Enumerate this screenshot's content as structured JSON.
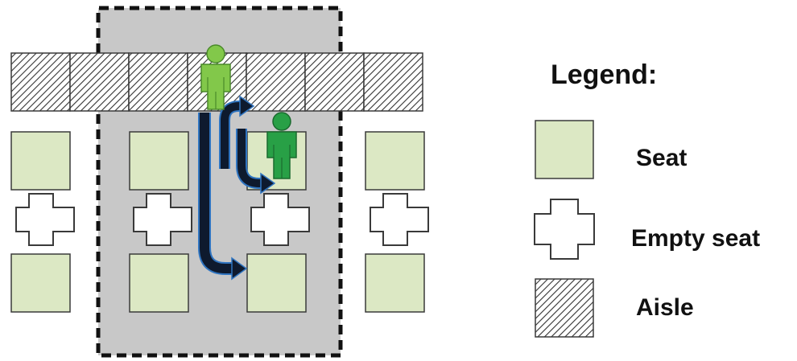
{
  "colors": {
    "seat_fill": "#dce8c4",
    "seat_stroke": "#3a3a3a",
    "highlight_fill": "#c8c8c8",
    "passenger_light": "#82c84a",
    "passenger_dark": "#28a046",
    "arrow_fill": "#0e1a2e",
    "arrow_stroke": "#2f74c0",
    "aisle_hatch": "#333333"
  },
  "legend": {
    "title": "Legend:",
    "items": [
      {
        "label": "Seat",
        "swatch": "seat"
      },
      {
        "label": "Empty seat",
        "swatch": "empty-seat"
      },
      {
        "label": "Aisle",
        "swatch": "aisle"
      }
    ]
  },
  "diagram": {
    "aisle_segments": 7,
    "seat_columns": 4,
    "rows": [
      "seat",
      "empty-seat",
      "seat"
    ],
    "passengers": [
      {
        "name": "standing-passenger",
        "location": "aisle",
        "color": "light-green"
      },
      {
        "name": "seated-passenger",
        "location": "seat",
        "color": "dark-green"
      }
    ],
    "icons": [
      "person-icon",
      "arrow-icon"
    ]
  }
}
